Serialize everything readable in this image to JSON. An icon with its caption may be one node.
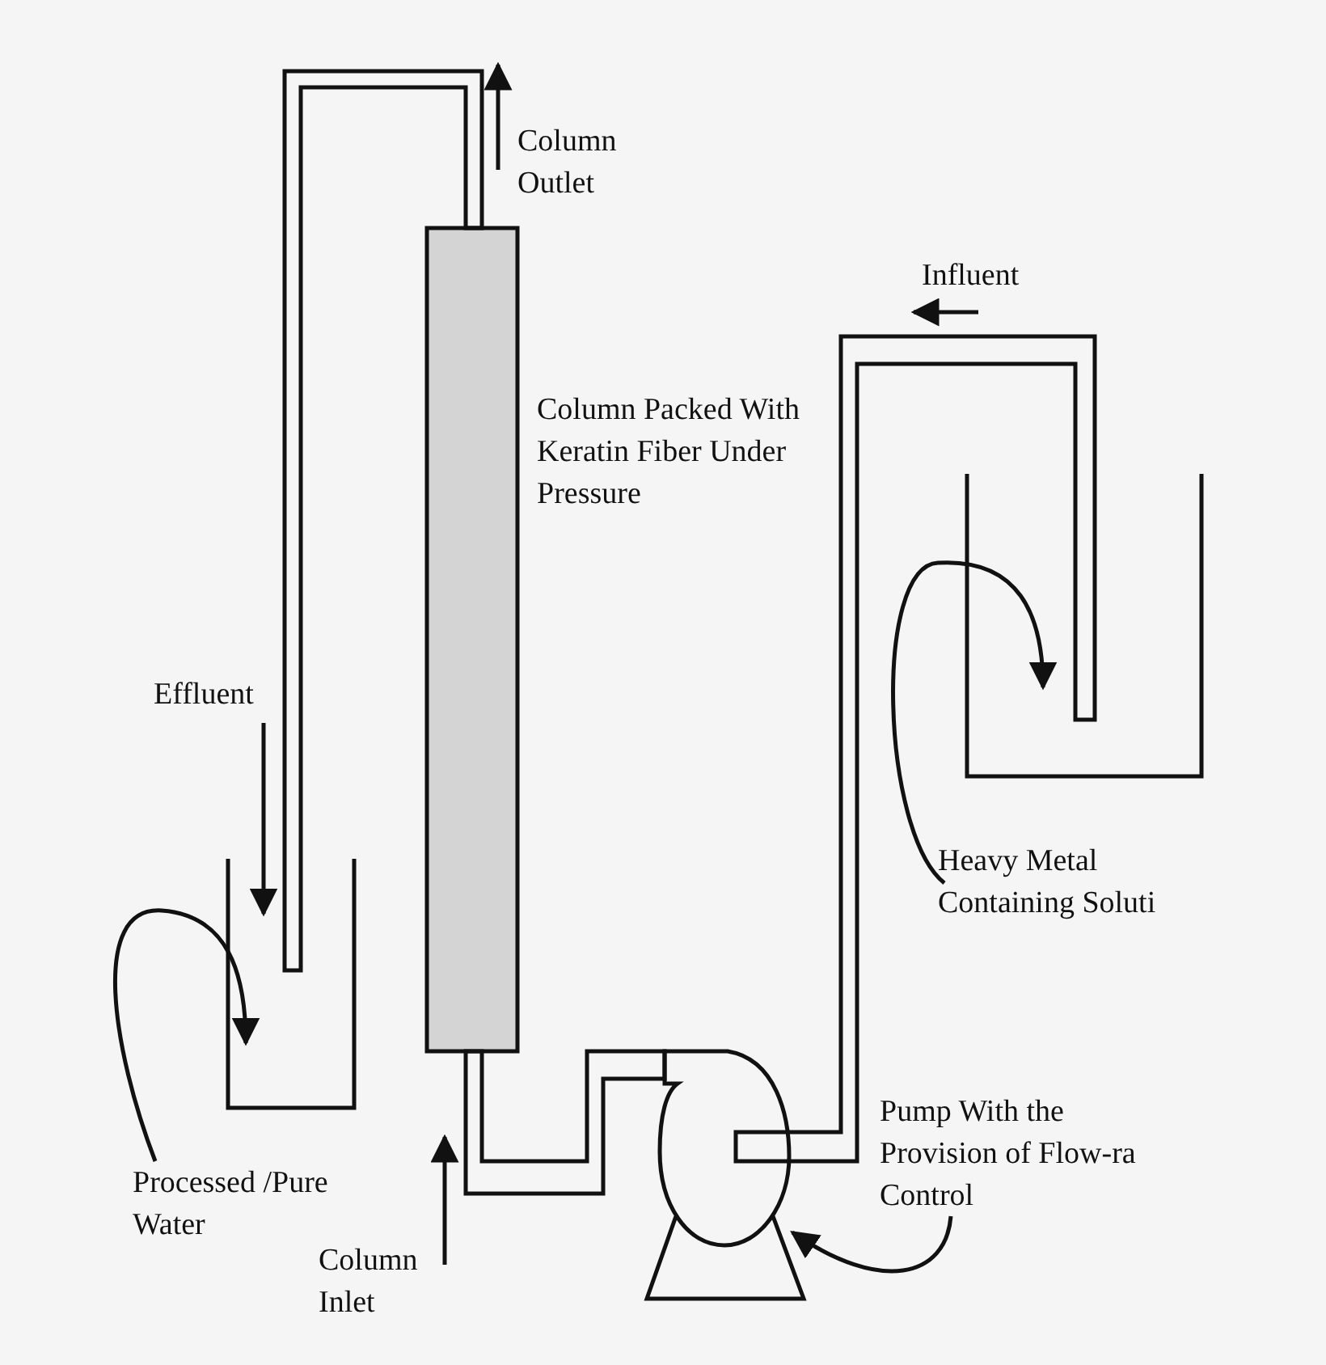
{
  "diagram": {
    "nodes": [
      {
        "text": [],
        "shape": "bar",
        "beside": [
          "Column Packed With Keratin Fiber Under Pressure"
        ]
      },
      {
        "text": [],
        "shape": "box"
      },
      {
        "text": [],
        "shape": "box"
      },
      {
        "text": [],
        "shape": "picture"
      },
      {
        "text": [
          "Processed /Pure Water"
        ]
      },
      {
        "text": [
          "Heavy Metal Containing Soluti"
        ]
      },
      {
        "text": [
          "Pump With the Provision of Flow-ra Control"
        ]
      }
    ],
    "edges": [
      {
        "from": 2,
        "to": 3,
        "arrow": "none"
      },
      {
        "from": 3,
        "to": 0,
        "arrow": "none"
      },
      {
        "from": 0,
        "to": 1,
        "arrow": "none"
      },
      {
        "from": 4,
        "to": 1,
        "arrow": "to"
      },
      {
        "from": 5,
        "to": 2,
        "arrow": "to"
      },
      {
        "from": 6,
        "to": 3,
        "arrow": "to"
      }
    ],
    "labels": [
      "Column Outlet",
      "Influent",
      "Effluent",
      "Column Inlet"
    ]
  }
}
